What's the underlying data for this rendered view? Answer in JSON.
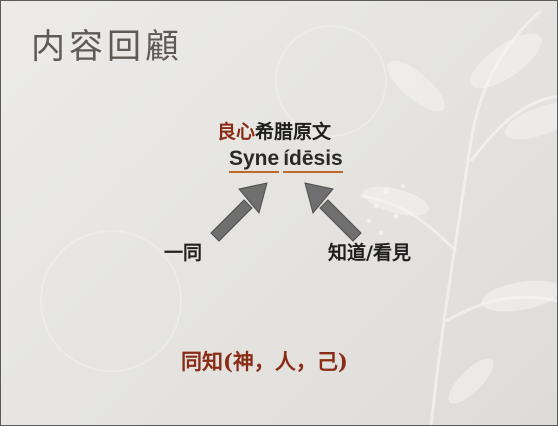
{
  "slide": {
    "title": "内容回顧",
    "heading_red": "良心",
    "heading_rest": "希腊原文",
    "greek_part1": "Syne",
    "greek_part2": "ídēsis",
    "left_label": "一同",
    "right_label": "知道/看見",
    "bottom_text": "同知(神，人，己)"
  },
  "colors": {
    "accent_red": "#8a2b16",
    "underline_orange": "#c0692a",
    "arrow_gray": "#6f6f6f"
  },
  "icons": {
    "left_arrow": "arrow-up-right-icon",
    "right_arrow": "arrow-up-left-icon"
  }
}
